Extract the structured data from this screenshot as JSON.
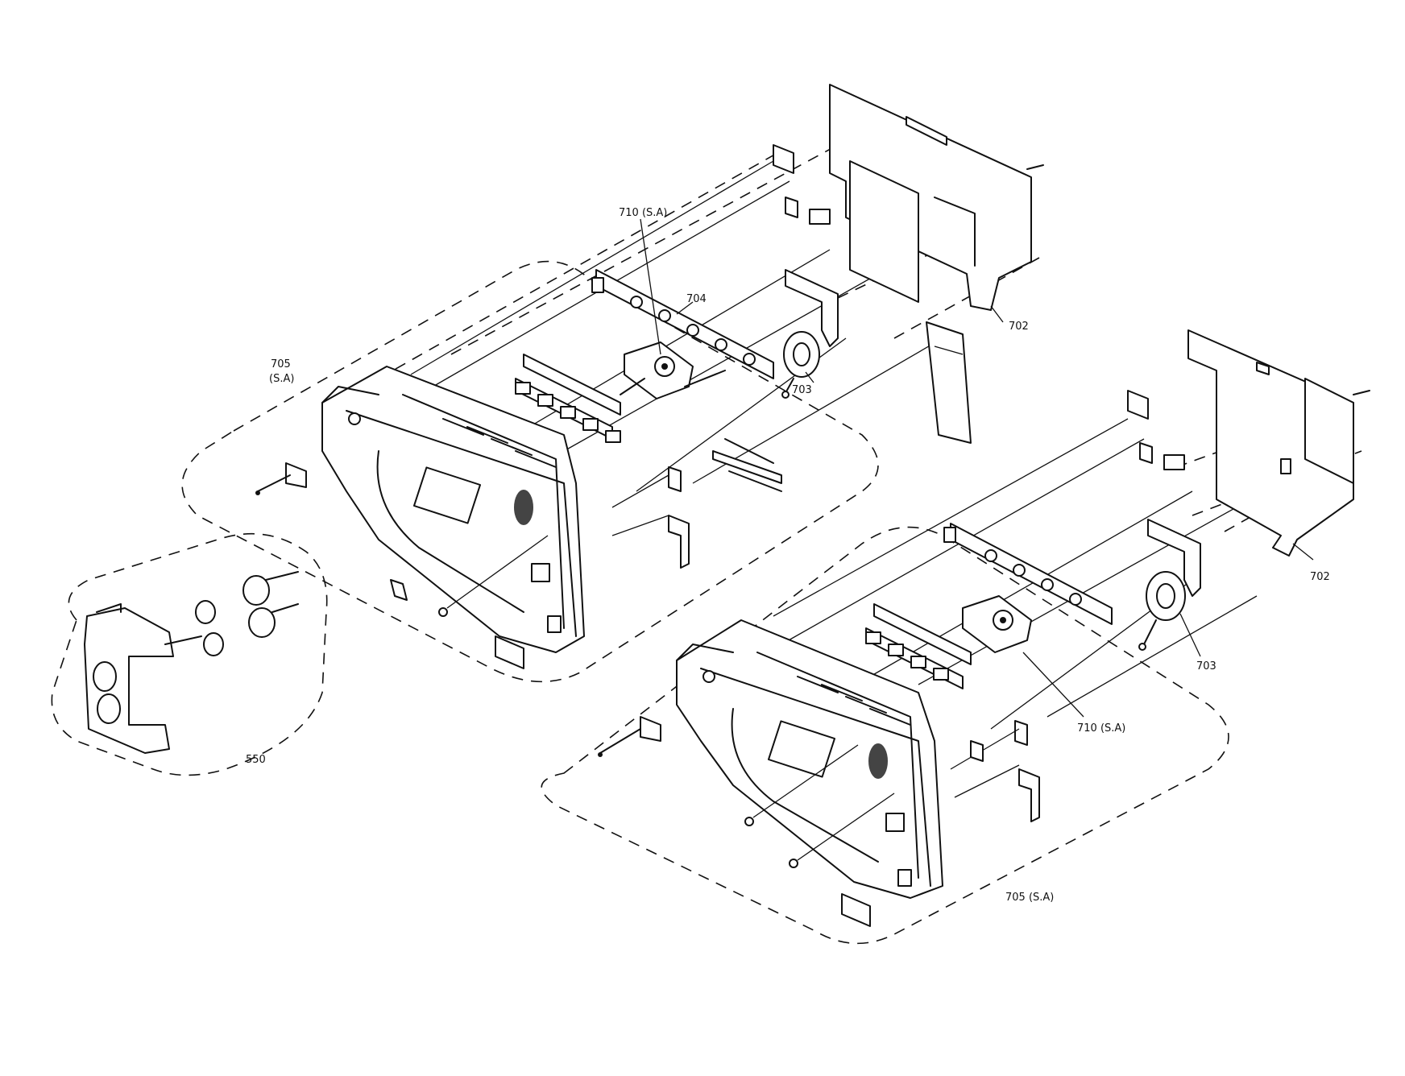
{
  "diagram": {
    "labels": {
      "upper_710": "710 (S.A)",
      "upper_704": "704",
      "upper_702": "702",
      "upper_703": "703",
      "upper_705_line1": "705",
      "upper_705_line2": "(S.A)",
      "lower_702": "702",
      "lower_703": "703",
      "lower_710": "710 (S.A)",
      "lower_705": "705 (S.A)",
      "part_550": "550"
    }
  }
}
